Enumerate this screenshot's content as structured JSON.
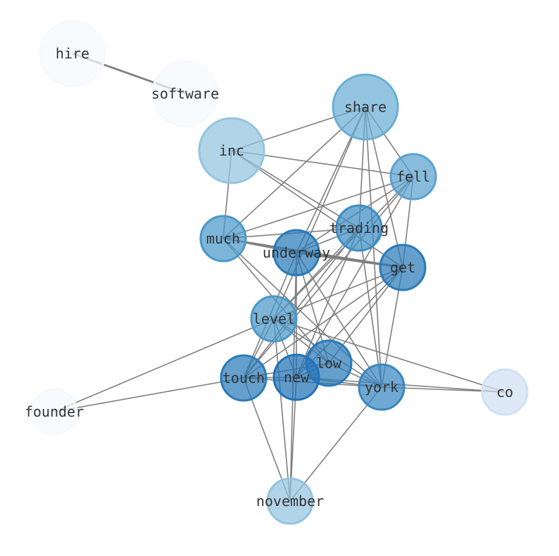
{
  "chart_data": {
    "type": "network",
    "nodes": [
      {
        "id": "hire",
        "label": "hire",
        "color": "#f5f9fe"
      },
      {
        "id": "software",
        "label": "software",
        "color": "#f5f9fe"
      },
      {
        "id": "share",
        "label": "share",
        "color": "#6aaed6"
      },
      {
        "id": "inc",
        "label": "inc",
        "color": "#94c4df"
      },
      {
        "id": "fell",
        "label": "fell",
        "color": "#5aa2cf"
      },
      {
        "id": "trading",
        "label": "trading",
        "color": "#3d8dc4"
      },
      {
        "id": "much",
        "label": "much",
        "color": "#4a98c9"
      },
      {
        "id": "underway",
        "label": "underway",
        "color": "#2a7ab9"
      },
      {
        "id": "get",
        "label": "get",
        "color": "#2a7ab9"
      },
      {
        "id": "level",
        "label": "level",
        "color": "#4a98c9"
      },
      {
        "id": "low",
        "label": "low",
        "color": "#2a7ab9"
      },
      {
        "id": "touch",
        "label": "touch",
        "color": "#2a7ab9"
      },
      {
        "id": "new",
        "label": "new",
        "color": "#2171b5"
      },
      {
        "id": "york",
        "label": "york",
        "color": "#3887c0"
      },
      {
        "id": "co",
        "label": "co",
        "color": "#d0e1f2"
      },
      {
        "id": "founder",
        "label": "founder",
        "color": "#f5f9fe"
      },
      {
        "id": "november",
        "label": "november",
        "color": "#94c4df"
      }
    ],
    "edges": [
      [
        "hire",
        "software"
      ],
      [
        "share",
        "inc"
      ],
      [
        "share",
        "fell"
      ],
      [
        "share",
        "trading"
      ],
      [
        "share",
        "much"
      ],
      [
        "share",
        "get"
      ],
      [
        "share",
        "york"
      ],
      [
        "share",
        "underway"
      ],
      [
        "share",
        "level"
      ],
      [
        "inc",
        "fell"
      ],
      [
        "inc",
        "trading"
      ],
      [
        "inc",
        "get"
      ],
      [
        "inc",
        "much"
      ],
      [
        "fell",
        "much"
      ],
      [
        "fell",
        "underway"
      ],
      [
        "fell",
        "get"
      ],
      [
        "fell",
        "level"
      ],
      [
        "fell",
        "new"
      ],
      [
        "fell",
        "touch"
      ],
      [
        "trading",
        "much"
      ],
      [
        "trading",
        "underway"
      ],
      [
        "trading",
        "level"
      ],
      [
        "trading",
        "york"
      ],
      [
        "trading",
        "new"
      ],
      [
        "trading",
        "touch"
      ],
      [
        "much",
        "underway"
      ],
      [
        "much",
        "get"
      ],
      [
        "much",
        "low"
      ],
      [
        "much",
        "york"
      ],
      [
        "underway",
        "get"
      ],
      [
        "underway",
        "touch"
      ],
      [
        "underway",
        "new"
      ],
      [
        "underway",
        "york"
      ],
      [
        "underway",
        "low"
      ],
      [
        "underway",
        "november"
      ],
      [
        "get",
        "level"
      ],
      [
        "get",
        "york"
      ],
      [
        "get",
        "new"
      ],
      [
        "get",
        "touch"
      ],
      [
        "get",
        "low"
      ],
      [
        "level",
        "founder"
      ],
      [
        "level",
        "co"
      ],
      [
        "level",
        "touch"
      ],
      [
        "level",
        "new"
      ],
      [
        "level",
        "york"
      ],
      [
        "level",
        "november"
      ],
      [
        "level",
        "low"
      ],
      [
        "low",
        "touch"
      ],
      [
        "low",
        "york"
      ],
      [
        "low",
        "new"
      ],
      [
        "touch",
        "new"
      ],
      [
        "touch",
        "york"
      ],
      [
        "touch",
        "founder"
      ],
      [
        "touch",
        "november"
      ],
      [
        "new",
        "york"
      ],
      [
        "new",
        "co"
      ],
      [
        "new",
        "november"
      ],
      [
        "york",
        "co"
      ],
      [
        "york",
        "november"
      ]
    ],
    "heavy_edges": [
      [
        "hire",
        "software"
      ],
      [
        "much",
        "get"
      ],
      [
        "underway",
        "get"
      ]
    ]
  }
}
